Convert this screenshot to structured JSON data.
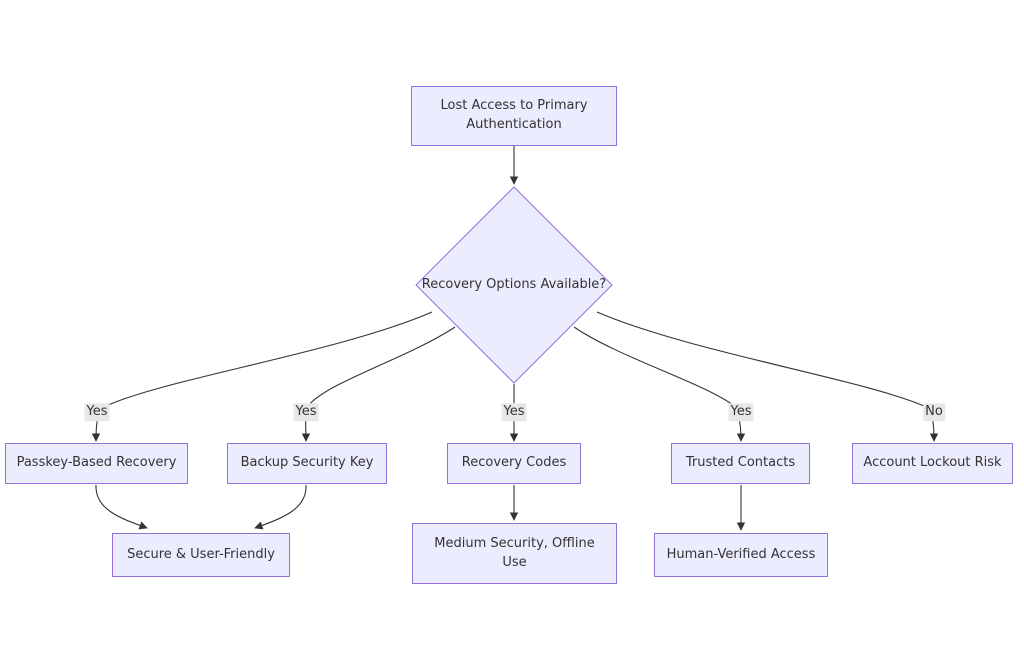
{
  "diagram": {
    "type": "flowchart",
    "direction": "top-down"
  },
  "colors": {
    "background": "#ffffff",
    "node_fill": "#ECECFF",
    "node_border": "#9370DB",
    "edge_stroke": "#333333",
    "edge_label_bg": "#e8e8e8",
    "text": "#333333"
  },
  "nodes": {
    "start": {
      "label": "Lost Access to Primary Authentication",
      "shape": "rect"
    },
    "decision": {
      "label": "Recovery Options Available?",
      "shape": "diamond"
    },
    "passkey": {
      "label": "Passkey-Based Recovery",
      "shape": "rect"
    },
    "backup_key": {
      "label": "Backup Security Key",
      "shape": "rect"
    },
    "recovery_codes": {
      "label": "Recovery Codes",
      "shape": "rect"
    },
    "trusted_contacts": {
      "label": "Trusted Contacts",
      "shape": "rect"
    },
    "lockout_risk": {
      "label": "Account Lockout Risk",
      "shape": "rect"
    },
    "secure_friendly": {
      "label": "Secure & User-Friendly",
      "shape": "rect"
    },
    "medium_offline": {
      "label": "Medium Security, Offline Use",
      "shape": "rect"
    },
    "human_verified": {
      "label": "Human-Verified Access",
      "shape": "rect"
    }
  },
  "edges": [
    {
      "from": "start",
      "to": "decision",
      "label": ""
    },
    {
      "from": "decision",
      "to": "passkey",
      "label": "Yes"
    },
    {
      "from": "decision",
      "to": "backup_key",
      "label": "Yes"
    },
    {
      "from": "decision",
      "to": "recovery_codes",
      "label": "Yes"
    },
    {
      "from": "decision",
      "to": "trusted_contacts",
      "label": "Yes"
    },
    {
      "from": "decision",
      "to": "lockout_risk",
      "label": "No"
    },
    {
      "from": "passkey",
      "to": "secure_friendly",
      "label": ""
    },
    {
      "from": "backup_key",
      "to": "secure_friendly",
      "label": ""
    },
    {
      "from": "recovery_codes",
      "to": "medium_offline",
      "label": ""
    },
    {
      "from": "trusted_contacts",
      "to": "human_verified",
      "label": ""
    }
  ]
}
